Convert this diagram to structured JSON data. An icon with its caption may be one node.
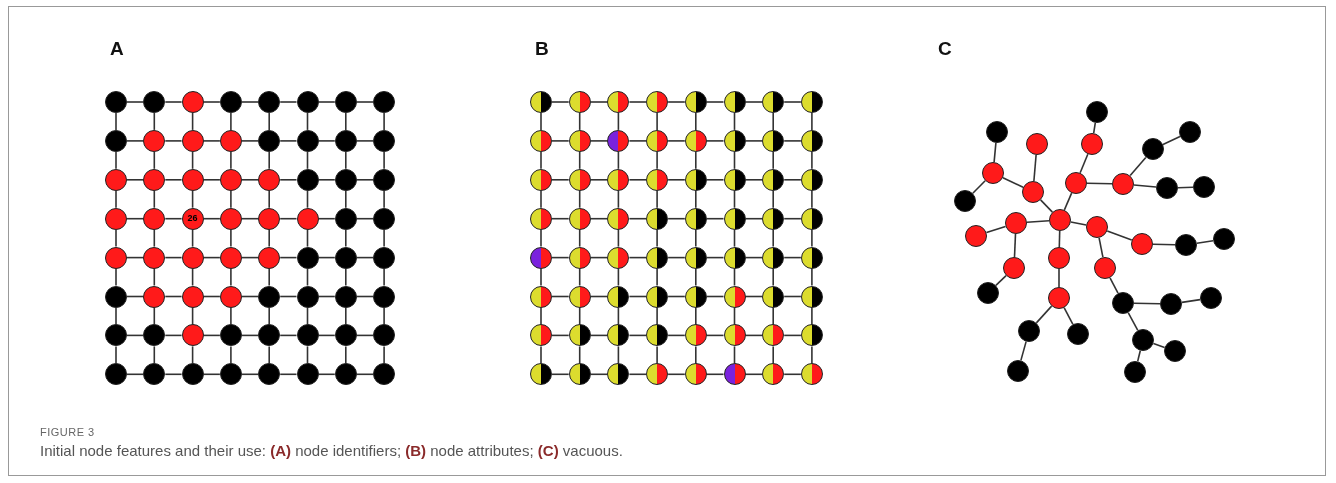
{
  "diagram": {
    "title": "FIGURE 3",
    "caption": "Initial node features and their use: **(A)** node identifiers; **(B)** node attributes; **(C)** vacuous.",
    "labels": [
      "A",
      "B",
      "C"
    ],
    "nodes": [
      {
        "text": [],
        "shape": "circle"
      },
      {
        "text": [],
        "shape": "circle"
      },
      {
        "text": [],
        "shape": "circle"
      },
      {
        "text": [],
        "shape": "circle"
      },
      {
        "text": [],
        "shape": "circle"
      },
      {
        "text": [],
        "shape": "circle"
      },
      {
        "text": [],
        "shape": "circle"
      },
      {
        "text": [],
        "shape": "circle"
      },
      {
        "text": [],
        "shape": "circle"
      },
      {
        "text": [],
        "shape": "circle"
      },
      {
        "text": [],
        "shape": "circle"
      },
      {
        "text": [],
        "shape": "circle"
      },
      {
        "text": [],
        "shape": "circle"
      },
      {
        "text": [],
        "shape": "circle"
      },
      {
        "text": [],
        "shape": "circle"
      },
      {
        "text": [],
        "shape": "circle"
      },
      {
        "text": [],
        "shape": "circle"
      },
      {
        "text": [],
        "shape": "circle"
      },
      {
        "text": [],
        "shape": "circle"
      },
      {
        "text": [],
        "shape": "circle"
      },
      {
        "text": [],
        "shape": "circle"
      },
      {
        "text": [],
        "shape": "circle"
      },
      {
        "text": [],
        "shape": "circle"
      },
      {
        "text": [],
        "shape": "circle"
      },
      {
        "text": [],
        "shape": "circle"
      },
      {
        "text": [],
        "shape": "circle"
      },
      {
        "text": [
          "26"
        ]
      },
      {
        "text": [],
        "shape": "circle"
      },
      {
        "text": [],
        "shape": "circle"
      },
      {
        "text": [],
        "shape": "circle"
      },
      {
        "text": [],
        "shape": "circle"
      },
      {
        "text": [],
        "shape": "circle"
      },
      {
        "text": [],
        "shape": "circle"
      },
      {
        "text": [],
        "shape": "circle"
      },
      {
        "text": [],
        "shape": "circle"
      },
      {
        "text": [],
        "shape": "circle"
      },
      {
        "text": [],
        "shape": "circle"
      },
      {
        "text": [],
        "shape": "circle"
      },
      {
        "text": [],
        "shape": "circle"
      },
      {
        "text": [],
        "shape": "circle"
      },
      {
        "text": [],
        "shape": "circle"
      },
      {
        "text": [],
        "shape": "circle"
      },
      {
        "text": [],
        "shape": "circle"
      },
      {
        "text": [],
        "shape": "circle"
      },
      {
        "text": [],
        "shape": "circle"
      },
      {
        "text": [],
        "shape": "circle"
      },
      {
        "text": [],
        "shape": "circle"
      },
      {
        "text": [],
        "shape": "circle"
      },
      {
        "text": [],
        "shape": "circle"
      },
      {
        "text": [],
        "shape": "circle"
      },
      {
        "text": [],
        "shape": "circle"
      },
      {
        "text": [],
        "shape": "circle"
      },
      {
        "text": [],
        "shape": "circle"
      },
      {
        "text": [],
        "shape": "circle"
      },
      {
        "text": [],
        "shape": "circle"
      },
      {
        "text": [],
        "shape": "circle"
      },
      {
        "text": [],
        "shape": "circle"
      },
      {
        "text": [],
        "shape": "circle"
      },
      {
        "text": [],
        "shape": "circle"
      },
      {
        "text": [],
        "shape": "circle"
      },
      {
        "text": [],
        "shape": "circle"
      },
      {
        "text": [],
        "shape": "circle"
      },
      {
        "text": [],
        "shape": "circle"
      },
      {
        "text": [],
        "shape": "circle"
      },
      {
        "text": [],
        "shape": "circle"
      },
      {
        "text": [],
        "shape": "circle"
      },
      {
        "text": [],
        "shape": "circle"
      },
      {
        "text": [],
        "shape": "circle"
      },
      {
        "text": [],
        "shape": "circle"
      },
      {
        "text": [],
        "shape": "circle"
      },
      {
        "text": [],
        "shape": "circle"
      },
      {
        "text": [],
        "shape": "circle"
      },
      {
        "text": [],
        "shape": "circle"
      },
      {
        "text": [],
        "shape": "circle"
      },
      {
        "text": [],
        "shape": "circle"
      },
      {
        "text": [],
        "shape": "circle"
      },
      {
        "text": [],
        "shape": "circle"
      },
      {
        "text": [],
        "shape": "circle"
      },
      {
        "text": [],
        "shape": "circle"
      },
      {
        "text": [],
        "shape": "circle"
      },
      {
        "text": [],
        "shape": "circle"
      },
      {
        "text": [],
        "shape": "circle"
      },
      {
        "text": [],
        "shape": "circle"
      },
      {
        "text": [],
        "shape": "circle"
      },
      {
        "text": [],
        "shape": "circle"
      },
      {
        "text": [],
        "shape": "circle"
      },
      {
        "text": [],
        "shape": "circle"
      },
      {
        "text": [],
        "shape": "circle"
      },
      {
        "text": [],
        "shape": "circle"
      },
      {
        "text": [],
        "shape": "circle"
      },
      {
        "text": [],
        "shape": "circle"
      },
      {
        "text": [],
        "shape": "circle"
      },
      {
        "text": [],
        "shape": "circle"
      },
      {
        "text": [],
        "shape": "circle"
      },
      {
        "text": [],
        "shape": "circle"
      },
      {
        "text": [],
        "shape": "circle"
      },
      {
        "text": [],
        "shape": "circle"
      },
      {
        "text": [],
        "shape": "circle"
      },
      {
        "text": [],
        "shape": "circle"
      },
      {
        "text": [],
        "shape": "circle"
      },
      {
        "text": [],
        "shape": "circle"
      },
      {
        "text": [],
        "shape": "circle"
      },
      {
        "text": [],
        "shape": "circle"
      },
      {
        "text": [],
        "shape": "circle"
      },
      {
        "text": [],
        "shape": "circle"
      },
      {
        "text": [],
        "shape": "circle"
      },
      {
        "text": [],
        "shape": "circle"
      },
      {
        "text": [],
        "shape": "circle"
      },
      {
        "text": [],
        "shape": "circle"
      },
      {
        "text": [],
        "shape": "circle"
      },
      {
        "text": [],
        "shape": "circle"
      },
      {
        "text": [],
        "shape": "circle"
      },
      {
        "text": [],
        "shape": "circle"
      },
      {
        "text": [],
        "shape": "circle"
      },
      {
        "text": [],
        "shape": "circle"
      },
      {
        "text": [],
        "shape": "circle"
      },
      {
        "text": [],
        "shape": "circle"
      },
      {
        "text": [],
        "shape": "circle"
      },
      {
        "text": [],
        "shape": "circle"
      },
      {
        "text": [],
        "shape": "circle"
      },
      {
        "text": [],
        "shape": "circle"
      },
      {
        "text": [],
        "shape": "circle"
      },
      {
        "text": [],
        "shape": "circle"
      },
      {
        "text": [],
        "shape": "circle"
      },
      {
        "text": [],
        "shape": "circle"
      },
      {
        "text": [],
        "shape": "circle"
      },
      {
        "text": [],
        "shape": "circle"
      },
      {
        "text": [],
        "shape": "circle"
      },
      {
        "text": [],
        "shape": "circle"
      },
      {
        "text": [],
        "shape": "circle"
      },
      {
        "text": [],
        "shape": "circle"
      },
      {
        "text": [],
        "shape": "circle"
      },
      {
        "text": [],
        "shape": "circle"
      },
      {
        "text": [],
        "shape": "circle"
      },
      {
        "text": [],
        "shape": "circle"
      },
      {
        "text": [],
        "shape": "circle"
      },
      {
        "text": [],
        "shape": "circle"
      },
      {
        "text": [],
        "shape": "circle"
      },
      {
        "text": [],
        "shape": "circle"
      },
      {
        "text": [],
        "shape": "circle"
      },
      {
        "text": [],
        "shape": "circle"
      },
      {
        "text": [],
        "shape": "circle"
      },
      {
        "text": [],
        "shape": "circle"
      },
      {
        "text": [],
        "shape": "circle"
      },
      {
        "text": [],
        "shape": "circle"
      },
      {
        "text": [],
        "shape": "circle"
      },
      {
        "text": [],
        "shape": "circle"
      },
      {
        "text": [],
        "shape": "circle"
      },
      {
        "text": [],
        "shape": "circle"
      },
      {
        "text": [],
        "shape": "circle"
      },
      {
        "text": [],
        "shape": "circle"
      },
      {
        "text": [],
        "shape": "circle"
      },
      {
        "text": [],
        "shape": "circle"
      },
      {
        "text": [],
        "shape": "circle"
      },
      {
        "text": [],
        "shape": "circle"
      },
      {
        "text": [],
        "shape": "circle"
      },
      {
        "text": [],
        "shape": "circle"
      },
      {
        "text": [],
        "shape": "circle"
      },
      {
        "text": [],
        "shape": "circle"
      },
      {
        "text": [],
        "shape": "circle"
      },
      {
        "text": [],
        "shape": "circle"
      },
      {
        "text": [],
        "shape": "circle"
      }
    ],
    "edges": [
      {
        "from": 0,
        "to": 1,
        "arrow": "none"
      },
      {
        "from": 1,
        "to": 2,
        "arrow": "none"
      },
      {
        "from": 2,
        "to": 3,
        "arrow": "none"
      },
      {
        "from": 3,
        "to": 4,
        "arrow": "none"
      },
      {
        "from": 4,
        "to": 5,
        "arrow": "none"
      },
      {
        "from": 5,
        "to": 6,
        "arrow": "none"
      },
      {
        "from": 6,
        "to": 7,
        "arrow": "none"
      },
      {
        "from": 0,
        "to": 8,
        "arrow": "none"
      },
      {
        "from": 1,
        "to": 9,
        "arrow": "none"
      },
      {
        "from": 2,
        "to": 10,
        "arrow": "none"
      },
      {
        "from": 3,
        "to": 11,
        "arrow": "none"
      },
      {
        "from": 4,
        "to": 12,
        "arrow": "none"
      },
      {
        "from": 5,
        "to": 13,
        "arrow": "none"
      },
      {
        "from": 6,
        "to": 14,
        "arrow": "none"
      },
      {
        "from": 7,
        "to": 15,
        "arrow": "none"
      },
      {
        "from": 8,
        "to": 9,
        "arrow": "none"
      },
      {
        "from": 9,
        "to": 10,
        "arrow": "none"
      },
      {
        "from": 10,
        "to": 11,
        "arrow": "none"
      },
      {
        "from": 11,
        "to": 12,
        "arrow": "none"
      },
      {
        "from": 12,
        "to": 13,
        "arrow": "none"
      },
      {
        "from": 13,
        "to": 14,
        "arrow": "none"
      },
      {
        "from": 14,
        "to": 15,
        "arrow": "none"
      },
      {
        "from": 8,
        "to": 16,
        "arrow": "none"
      },
      {
        "from": 9,
        "to": 17,
        "arrow": "none"
      },
      {
        "from": 10,
        "to": 18,
        "arrow": "none"
      },
      {
        "from": 11,
        "to": 19,
        "arrow": "none"
      },
      {
        "from": 12,
        "to": 20,
        "arrow": "none"
      },
      {
        "from": 13,
        "to": 21,
        "arrow": "none"
      },
      {
        "from": 14,
        "to": 22,
        "arrow": "none"
      },
      {
        "from": 15,
        "to": 23,
        "arrow": "none"
      },
      {
        "from": 16,
        "to": 17,
        "arrow": "none"
      },
      {
        "from": 17,
        "to": 18,
        "arrow": "none"
      },
      {
        "from": 18,
        "to": 19,
        "arrow": "none"
      },
      {
        "from": 19,
        "to": 20,
        "arrow": "none"
      },
      {
        "from": 20,
        "to": 21,
        "arrow": "none"
      },
      {
        "from": 21,
        "to": 22,
        "arrow": "none"
      },
      {
        "from": 22,
        "to": 23,
        "arrow": "none"
      },
      {
        "from": 16,
        "to": 24,
        "arrow": "none"
      },
      {
        "from": 17,
        "to": 25,
        "arrow": "none"
      },
      {
        "from": 18,
        "to": 26,
        "arrow": "none"
      },
      {
        "from": 19,
        "to": 27,
        "arrow": "none"
      },
      {
        "from": 20,
        "to": 28,
        "arrow": "none"
      },
      {
        "from": 21,
        "to": 29,
        "arrow": "none"
      },
      {
        "from": 22,
        "to": 30,
        "arrow": "none"
      },
      {
        "from": 23,
        "to": 31,
        "arrow": "none"
      },
      {
        "from": 24,
        "to": 25,
        "arrow": "none"
      },
      {
        "from": 25,
        "to": 26,
        "arrow": "none"
      },
      {
        "from": 26,
        "to": 27,
        "arrow": "none"
      },
      {
        "from": 27,
        "to": 28,
        "arrow": "none"
      },
      {
        "from": 28,
        "to": 29,
        "arrow": "none"
      },
      {
        "from": 29,
        "to": 30,
        "arrow": "none"
      },
      {
        "from": 30,
        "to": 31,
        "arrow": "none"
      },
      {
        "from": 24,
        "to": 32,
        "arrow": "none"
      },
      {
        "from": 25,
        "to": 33,
        "arrow": "none"
      },
      {
        "from": 26,
        "to": 34,
        "arrow": "none"
      },
      {
        "from": 27,
        "to": 35,
        "arrow": "none"
      },
      {
        "from": 28,
        "to": 36,
        "arrow": "none"
      },
      {
        "from": 29,
        "to": 37,
        "arrow": "none"
      },
      {
        "from": 30,
        "to": 38,
        "arrow": "none"
      },
      {
        "from": 31,
        "to": 39,
        "arrow": "none"
      },
      {
        "from": 32,
        "to": 33,
        "arrow": "none"
      },
      {
        "from": 33,
        "to": 34,
        "arrow": "none"
      },
      {
        "from": 34,
        "to": 35,
        "arrow": "none"
      },
      {
        "from": 35,
        "to": 36,
        "arrow": "none"
      },
      {
        "from": 36,
        "to": 37,
        "arrow": "none"
      },
      {
        "from": 37,
        "to": 38,
        "arrow": "none"
      },
      {
        "from": 38,
        "to": 39,
        "arrow": "none"
      },
      {
        "from": 32,
        "to": 40,
        "arrow": "none"
      },
      {
        "from": 33,
        "to": 41,
        "arrow": "none"
      },
      {
        "from": 34,
        "to": 42,
        "arrow": "none"
      },
      {
        "from": 35,
        "to": 43,
        "arrow": "none"
      },
      {
        "from": 36,
        "to": 44,
        "arrow": "none"
      },
      {
        "from": 37,
        "to": 45,
        "arrow": "none"
      },
      {
        "from": 38,
        "to": 46,
        "arrow": "none"
      },
      {
        "from": 39,
        "to": 47,
        "arrow": "none"
      },
      {
        "from": 40,
        "to": 41,
        "arrow": "none"
      },
      {
        "from": 41,
        "to": 42,
        "arrow": "none"
      },
      {
        "from": 42,
        "to": 43,
        "arrow": "none"
      },
      {
        "from": 43,
        "to": 44,
        "arrow": "none"
      },
      {
        "from": 44,
        "to": 45,
        "arrow": "none"
      },
      {
        "from": 45,
        "to": 46,
        "arrow": "none"
      },
      {
        "from": 46,
        "to": 47,
        "arrow": "none"
      },
      {
        "from": 40,
        "to": 48,
        "arrow": "none"
      },
      {
        "from": 41,
        "to": 49,
        "arrow": "none"
      },
      {
        "from": 42,
        "to": 50,
        "arrow": "none"
      },
      {
        "from": 43,
        "to": 51,
        "arrow": "none"
      },
      {
        "from": 44,
        "to": 52,
        "arrow": "none"
      },
      {
        "from": 45,
        "to": 53,
        "arrow": "none"
      },
      {
        "from": 46,
        "to": 54,
        "arrow": "none"
      },
      {
        "from": 47,
        "to": 55,
        "arrow": "none"
      },
      {
        "from": 48,
        "to": 49,
        "arrow": "none"
      },
      {
        "from": 49,
        "to": 50,
        "arrow": "none"
      },
      {
        "from": 50,
        "to": 51,
        "arrow": "none"
      },
      {
        "from": 51,
        "to": 52,
        "arrow": "none"
      },
      {
        "from": 52,
        "to": 53,
        "arrow": "none"
      },
      {
        "from": 53,
        "to": 54,
        "arrow": "none"
      },
      {
        "from": 54,
        "to": 55,
        "arrow": "none"
      },
      {
        "from": 48,
        "to": 56,
        "arrow": "none"
      },
      {
        "from": 49,
        "to": 57,
        "arrow": "none"
      },
      {
        "from": 50,
        "to": 58,
        "arrow": "none"
      },
      {
        "from": 51,
        "to": 59,
        "arrow": "none"
      },
      {
        "from": 52,
        "to": 60,
        "arrow": "none"
      },
      {
        "from": 53,
        "to": 61,
        "arrow": "none"
      },
      {
        "from": 54,
        "to": 62,
        "arrow": "none"
      },
      {
        "from": 55,
        "to": 63,
        "arrow": "none"
      },
      {
        "from": 56,
        "to": 57,
        "arrow": "none"
      },
      {
        "from": 57,
        "to": 58,
        "arrow": "none"
      },
      {
        "from": 58,
        "to": 59,
        "arrow": "none"
      },
      {
        "from": 59,
        "to": 60,
        "arrow": "none"
      },
      {
        "from": 60,
        "to": 61,
        "arrow": "none"
      },
      {
        "from": 61,
        "to": 62,
        "arrow": "none"
      },
      {
        "from": 62,
        "to": 63,
        "arrow": "none"
      },
      {
        "from": 64,
        "to": 65,
        "arrow": "none"
      },
      {
        "from": 65,
        "to": 66,
        "arrow": "none"
      },
      {
        "from": 66,
        "to": 67,
        "arrow": "none"
      },
      {
        "from": 67,
        "to": 68,
        "arrow": "none"
      },
      {
        "from": 68,
        "to": 69,
        "arrow": "none"
      },
      {
        "from": 69,
        "to": 70,
        "arrow": "none"
      },
      {
        "from": 70,
        "to": 71,
        "arrow": "none"
      },
      {
        "from": 64,
        "to": 72,
        "arrow": "none"
      },
      {
        "from": 65,
        "to": 73,
        "arrow": "none"
      },
      {
        "from": 66,
        "to": 74,
        "arrow": "none"
      },
      {
        "from": 67,
        "to": 75,
        "arrow": "none"
      },
      {
        "from": 68,
        "to": 76,
        "arrow": "none"
      },
      {
        "from": 69,
        "to": 77,
        "arrow": "none"
      },
      {
        "from": 70,
        "to": 78,
        "arrow": "none"
      },
      {
        "from": 71,
        "to": 79,
        "arrow": "none"
      },
      {
        "from": 72,
        "to": 73,
        "arrow": "none"
      },
      {
        "from": 73,
        "to": 74,
        "arrow": "none"
      },
      {
        "from": 74,
        "to": 75,
        "arrow": "none"
      },
      {
        "from": 75,
        "to": 76,
        "arrow": "none"
      },
      {
        "from": 76,
        "to": 77,
        "arrow": "none"
      },
      {
        "from": 77,
        "to": 78,
        "arrow": "none"
      },
      {
        "from": 78,
        "to": 79,
        "arrow": "none"
      },
      {
        "from": 72,
        "to": 80,
        "arrow": "none"
      },
      {
        "from": 73,
        "to": 81,
        "arrow": "none"
      },
      {
        "from": 74,
        "to": 82,
        "arrow": "none"
      },
      {
        "from": 75,
        "to": 83,
        "arrow": "none"
      },
      {
        "from": 76,
        "to": 84,
        "arrow": "none"
      },
      {
        "from": 77,
        "to": 85,
        "arrow": "none"
      },
      {
        "from": 78,
        "to": 86,
        "arrow": "none"
      },
      {
        "from": 79,
        "to": 87,
        "arrow": "none"
      },
      {
        "from": 80,
        "to": 81,
        "arrow": "none"
      },
      {
        "from": 81,
        "to": 82,
        "arrow": "none"
      },
      {
        "from": 82,
        "to": 83,
        "arrow": "none"
      },
      {
        "from": 83,
        "to": 84,
        "arrow": "none"
      },
      {
        "from": 84,
        "to": 85,
        "arrow": "none"
      },
      {
        "from": 85,
        "to": 86,
        "arrow": "none"
      },
      {
        "from": 86,
        "to": 87,
        "arrow": "none"
      },
      {
        "from": 80,
        "to": 88,
        "arrow": "none"
      },
      {
        "from": 81,
        "to": 89,
        "arrow": "none"
      },
      {
        "from": 82,
        "to": 90,
        "arrow": "none"
      },
      {
        "from": 83,
        "to": 91,
        "arrow": "none"
      },
      {
        "from": 84,
        "to": 92,
        "arrow": "none"
      },
      {
        "from": 85,
        "to": 93,
        "arrow": "none"
      },
      {
        "from": 86,
        "to": 94,
        "arrow": "none"
      },
      {
        "from": 87,
        "to": 95,
        "arrow": "none"
      },
      {
        "from": 88,
        "to": 89,
        "arrow": "none"
      },
      {
        "from": 89,
        "to": 90,
        "arrow": "none"
      },
      {
        "from": 90,
        "to": 91,
        "arrow": "none"
      },
      {
        "from": 91,
        "to": 92,
        "arrow": "none"
      },
      {
        "from": 92,
        "to": 93,
        "arrow": "none"
      },
      {
        "from": 93,
        "to": 94,
        "arrow": "none"
      },
      {
        "from": 94,
        "to": 95,
        "arrow": "none"
      },
      {
        "from": 88,
        "to": 96,
        "arrow": "none"
      },
      {
        "from": 89,
        "to": 97,
        "arrow": "none"
      },
      {
        "from": 90,
        "to": 98,
        "arrow": "none"
      },
      {
        "from": 91,
        "to": 99,
        "arrow": "none"
      },
      {
        "from": 92,
        "to": 100,
        "arrow": "none"
      },
      {
        "from": 93,
        "to": 101,
        "arrow": "none"
      },
      {
        "from": 94,
        "to": 102,
        "arrow": "none"
      },
      {
        "from": 95,
        "to": 103,
        "arrow": "none"
      },
      {
        "from": 96,
        "to": 97,
        "arrow": "none"
      },
      {
        "from": 97,
        "to": 98,
        "arrow": "none"
      },
      {
        "from": 98,
        "to": 99,
        "arrow": "none"
      },
      {
        "from": 99,
        "to": 100,
        "arrow": "none"
      },
      {
        "from": 100,
        "to": 101,
        "arrow": "none"
      },
      {
        "from": 101,
        "to": 102,
        "arrow": "none"
      },
      {
        "from": 102,
        "to": 103,
        "arrow": "none"
      },
      {
        "from": 96,
        "to": 104,
        "arrow": "none"
      },
      {
        "from": 97,
        "to": 105,
        "arrow": "none"
      },
      {
        "from": 98,
        "to": 106,
        "arrow": "none"
      },
      {
        "from": 99,
        "to": 107,
        "arrow": "none"
      },
      {
        "from": 100,
        "to": 108,
        "arrow": "none"
      },
      {
        "from": 101,
        "to": 109,
        "arrow": "none"
      },
      {
        "from": 102,
        "to": 110,
        "arrow": "none"
      },
      {
        "from": 103,
        "to": 111,
        "arrow": "none"
      },
      {
        "from": 104,
        "to": 105,
        "arrow": "none"
      },
      {
        "from": 105,
        "to": 106,
        "arrow": "none"
      },
      {
        "from": 106,
        "to": 107,
        "arrow": "none"
      },
      {
        "from": 107,
        "to": 108,
        "arrow": "none"
      },
      {
        "from": 108,
        "to": 109,
        "arrow": "none"
      },
      {
        "from": 109,
        "to": 110,
        "arrow": "none"
      },
      {
        "from": 110,
        "to": 111,
        "arrow": "none"
      },
      {
        "from": 104,
        "to": 112,
        "arrow": "none"
      },
      {
        "from": 105,
        "to": 113,
        "arrow": "none"
      },
      {
        "from": 106,
        "to": 114,
        "arrow": "none"
      },
      {
        "from": 107,
        "to": 115,
        "arrow": "none"
      },
      {
        "from": 108,
        "to": 116,
        "arrow": "none"
      },
      {
        "from": 109,
        "to": 117,
        "arrow": "none"
      },
      {
        "from": 110,
        "to": 118,
        "arrow": "none"
      },
      {
        "from": 111,
        "to": 119,
        "arrow": "none"
      },
      {
        "from": 112,
        "to": 113,
        "arrow": "none"
      },
      {
        "from": 113,
        "to": 114,
        "arrow": "none"
      },
      {
        "from": 114,
        "to": 115,
        "arrow": "none"
      },
      {
        "from": 115,
        "to": 116,
        "arrow": "none"
      },
      {
        "from": 116,
        "to": 117,
        "arrow": "none"
      },
      {
        "from": 117,
        "to": 118,
        "arrow": "none"
      },
      {
        "from": 118,
        "to": 119,
        "arrow": "none"
      },
      {
        "from": 112,
        "to": 120,
        "arrow": "none"
      },
      {
        "from": 113,
        "to": 121,
        "arrow": "none"
      },
      {
        "from": 114,
        "to": 122,
        "arrow": "none"
      },
      {
        "from": 115,
        "to": 123,
        "arrow": "none"
      },
      {
        "from": 116,
        "to": 124,
        "arrow": "none"
      },
      {
        "from": 117,
        "to": 125,
        "arrow": "none"
      },
      {
        "from": 118,
        "to": 126,
        "arrow": "none"
      },
      {
        "from": 119,
        "to": 127,
        "arrow": "none"
      },
      {
        "from": 120,
        "to": 121,
        "arrow": "none"
      },
      {
        "from": 121,
        "to": 122,
        "arrow": "none"
      },
      {
        "from": 122,
        "to": 123,
        "arrow": "none"
      },
      {
        "from": 123,
        "to": 124,
        "arrow": "none"
      },
      {
        "from": 124,
        "to": 125,
        "arrow": "none"
      },
      {
        "from": 125,
        "to": 126,
        "arrow": "none"
      },
      {
        "from": 126,
        "to": 127,
        "arrow": "none"
      },
      {
        "from": 128,
        "to": 129,
        "arrow": "none"
      },
      {
        "from": 129,
        "to": 130,
        "arrow": "none"
      },
      {
        "from": 129,
        "to": 132,
        "arrow": "none"
      },
      {
        "from": 131,
        "to": 132,
        "arrow": "none"
      },
      {
        "from": 132,
        "to": 141,
        "arrow": "none"
      },
      {
        "from": 133,
        "to": 134,
        "arrow": "none"
      },
      {
        "from": 134,
        "to": 135,
        "arrow": "none"
      },
      {
        "from": 135,
        "to": 141,
        "arrow": "none"
      },
      {
        "from": 135,
        "to": 138,
        "arrow": "none"
      },
      {
        "from": 137,
        "to": 138,
        "arrow": "none"
      },
      {
        "from": 136,
        "to": 137,
        "arrow": "none"
      },
      {
        "from": 138,
        "to": 139,
        "arrow": "none"
      },
      {
        "from": 139,
        "to": 140,
        "arrow": "none"
      },
      {
        "from": 141,
        "to": 142,
        "arrow": "none"
      },
      {
        "from": 142,
        "to": 143,
        "arrow": "none"
      },
      {
        "from": 142,
        "to": 148,
        "arrow": "none"
      },
      {
        "from": 148,
        "to": 149,
        "arrow": "none"
      },
      {
        "from": 141,
        "to": 144,
        "arrow": "none"
      },
      {
        "from": 144,
        "to": 145,
        "arrow": "none"
      },
      {
        "from": 145,
        "to": 146,
        "arrow": "none"
      },
      {
        "from": 146,
        "to": 147,
        "arrow": "none"
      },
      {
        "from": 144,
        "to": 152,
        "arrow": "none"
      },
      {
        "from": 152,
        "to": 153,
        "arrow": "none"
      },
      {
        "from": 153,
        "to": 154,
        "arrow": "none"
      },
      {
        "from": 154,
        "to": 155,
        "arrow": "none"
      },
      {
        "from": 153,
        "to": 159,
        "arrow": "none"
      },
      {
        "from": 159,
        "to": 160,
        "arrow": "none"
      },
      {
        "from": 159,
        "to": 161,
        "arrow": "none"
      },
      {
        "from": 141,
        "to": 150,
        "arrow": "none"
      },
      {
        "from": 150,
        "to": 151,
        "arrow": "none"
      },
      {
        "from": 151,
        "to": 156,
        "arrow": "none"
      },
      {
        "from": 156,
        "to": 158,
        "arrow": "none"
      },
      {
        "from": 151,
        "to": 157,
        "arrow": "none"
      }
    ]
  }
}
